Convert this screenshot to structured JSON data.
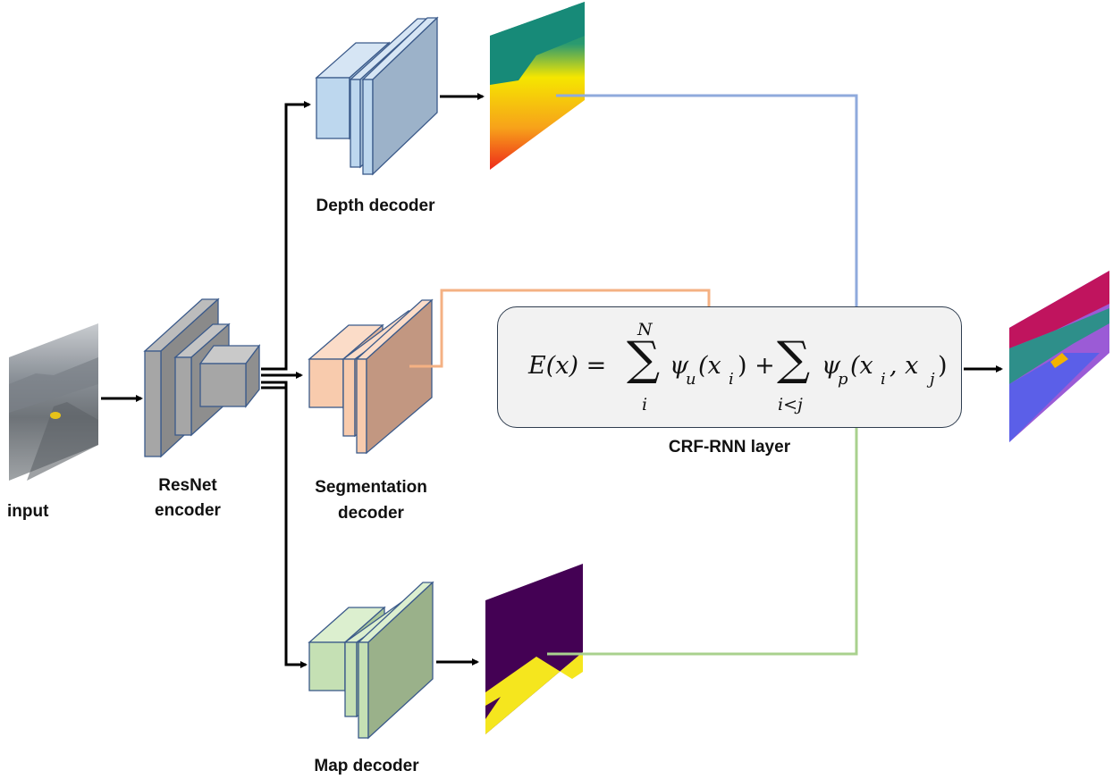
{
  "labels": {
    "input": "input",
    "resnet_line1": "ResNet",
    "resnet_line2": "encoder",
    "depth_decoder": "Depth decoder",
    "seg_line1": "Segmentation",
    "seg_line2": "decoder",
    "map_decoder": "Map decoder",
    "crf_layer": "CRF-RNN layer"
  },
  "equation": {
    "lhs": "E(x) =",
    "sum1_upper": "N",
    "sum1_lower": "i",
    "term1": "ψ",
    "term1_sub": "u",
    "term1_arg": "(x",
    "term1_arg_sub": "i",
    "term1_close": ") +",
    "sum2_lower": "i<j",
    "term2": "ψ",
    "term2_sub": "p",
    "term2_arg": "(x",
    "term2_arg_sub1": "i",
    "term2_comma": ", x",
    "term2_arg_sub2": "j",
    "term2_close": ")",
    "sigma": "∑"
  },
  "colors": {
    "depth_block": "#bdd7ee",
    "seg_block": "#f8cbad",
    "map_block": "#c5e0b4",
    "encoder_block": "#a6a6a6",
    "depth_arrow": "#8faadc",
    "seg_arrow": "#f4b183",
    "map_arrow": "#a9d18e"
  }
}
